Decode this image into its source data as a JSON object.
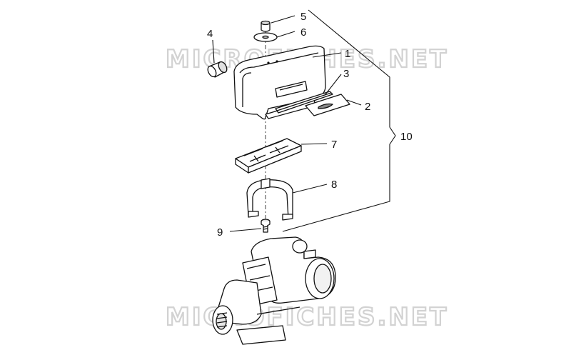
{
  "watermark": "MICROFICHES.NET",
  "callouts": {
    "c1": "1",
    "c2": "2",
    "c3": "3",
    "c4": "4",
    "c5": "5",
    "c6": "6",
    "c7": "7",
    "c8": "8",
    "c9": "9",
    "c10": "10"
  },
  "colors": {
    "line": "#111111",
    "fill": "#ffffff",
    "shade": "#cfcfcf",
    "watermark": "#d2d2d2"
  }
}
